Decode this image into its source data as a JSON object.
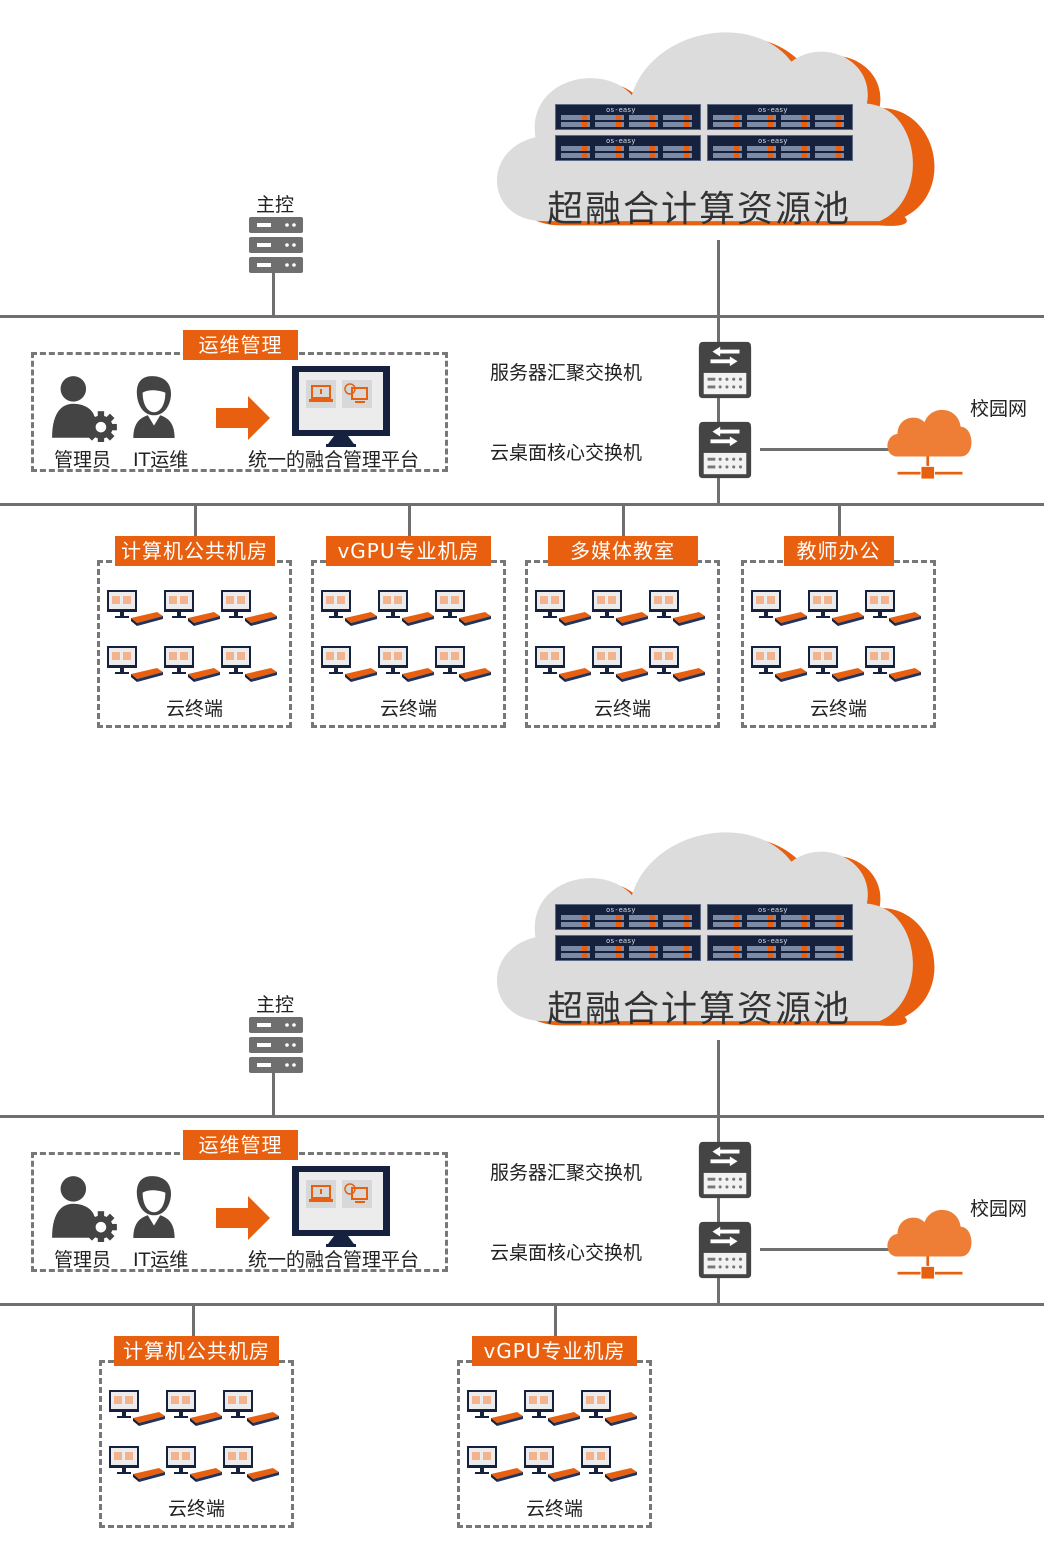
{
  "colors": {
    "accent": "#e8600f",
    "cloud_gray": "#dcdcdc",
    "line_gray": "#6f6f6f",
    "icon_dark": "#444444",
    "navy": "#16223d",
    "campus_orange": "#ee7e35"
  },
  "panels": [
    {
      "id": "top",
      "cloud": {
        "title": "超融合计算资源池",
        "server_brand": "os-easy",
        "server_count": 4
      },
      "master": {
        "label": "主控",
        "icon": "server-rack-icon"
      },
      "ops": {
        "tag": "运维管理",
        "admin_label": "管理员",
        "it_label": "IT运维",
        "platform_label": "统一的融合管理平台"
      },
      "switches": [
        {
          "label": "服务器汇聚交换机",
          "icon": "switch-icon"
        },
        {
          "label": "云桌面核心交换机",
          "icon": "switch-icon"
        }
      ],
      "campus": {
        "label": "校园网",
        "icon": "cloud-network-icon"
      },
      "rooms": [
        {
          "tag": "计算机公共机房",
          "terminal_label": "云终端",
          "terminal_count": 6
        },
        {
          "tag": "vGPU专业机房",
          "terminal_label": "云终端",
          "terminal_count": 6
        },
        {
          "tag": "多媒体教室",
          "terminal_label": "云终端",
          "terminal_count": 6
        },
        {
          "tag": "教师办公",
          "terminal_label": "云终端",
          "terminal_count": 6
        }
      ]
    },
    {
      "id": "bottom",
      "cloud": {
        "title": "超融合计算资源池",
        "server_brand": "os-easy",
        "server_count": 4
      },
      "master": {
        "label": "主控",
        "icon": "server-rack-icon"
      },
      "ops": {
        "tag": "运维管理",
        "admin_label": "管理员",
        "it_label": "IT运维",
        "platform_label": "统一的融合管理平台"
      },
      "switches": [
        {
          "label": "服务器汇聚交换机",
          "icon": "switch-icon"
        },
        {
          "label": "云桌面核心交换机",
          "icon": "switch-icon"
        }
      ],
      "campus": {
        "label": "校园网",
        "icon": "cloud-network-icon"
      },
      "rooms": [
        {
          "tag": "计算机公共机房",
          "terminal_label": "云终端",
          "terminal_count": 6
        },
        {
          "tag": "vGPU专业机房",
          "terminal_label": "云终端",
          "terminal_count": 6
        }
      ]
    }
  ]
}
